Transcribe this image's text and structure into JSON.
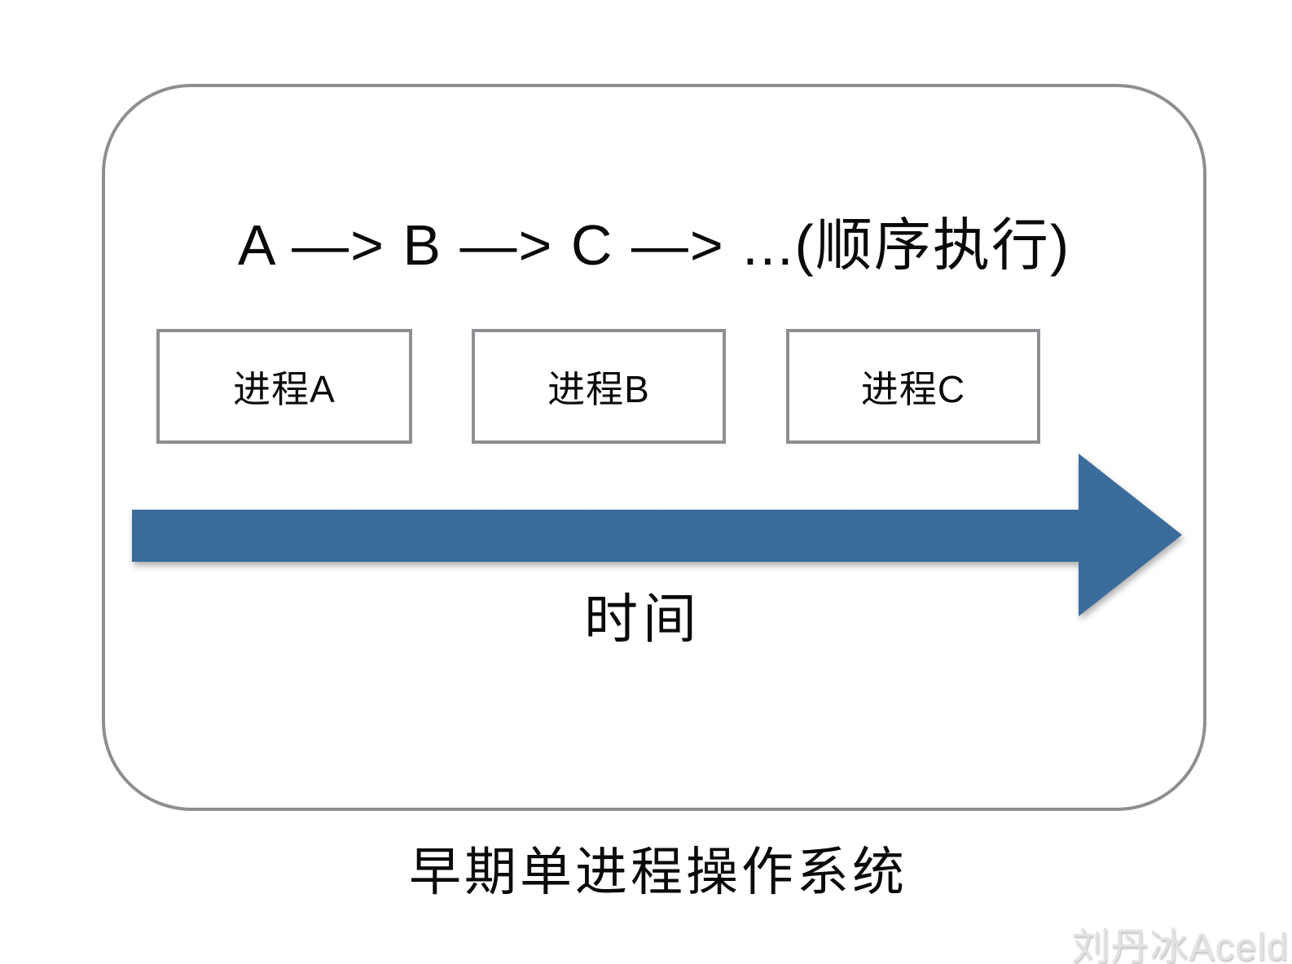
{
  "diagram": {
    "sequence_title": "A —> B —> C —> ...(顺序执行)",
    "processes": [
      {
        "label": "进程A"
      },
      {
        "label": "进程B"
      },
      {
        "label": "进程C"
      }
    ],
    "time_label": "时间",
    "caption": "早期单进程操作系统",
    "watermark": "刘丹冰Aceld",
    "colors": {
      "arrow_blue": "#3e73a6",
      "border_gray": "#8e8e93"
    },
    "icons": {
      "arrow": "right-block-arrow-icon"
    }
  }
}
